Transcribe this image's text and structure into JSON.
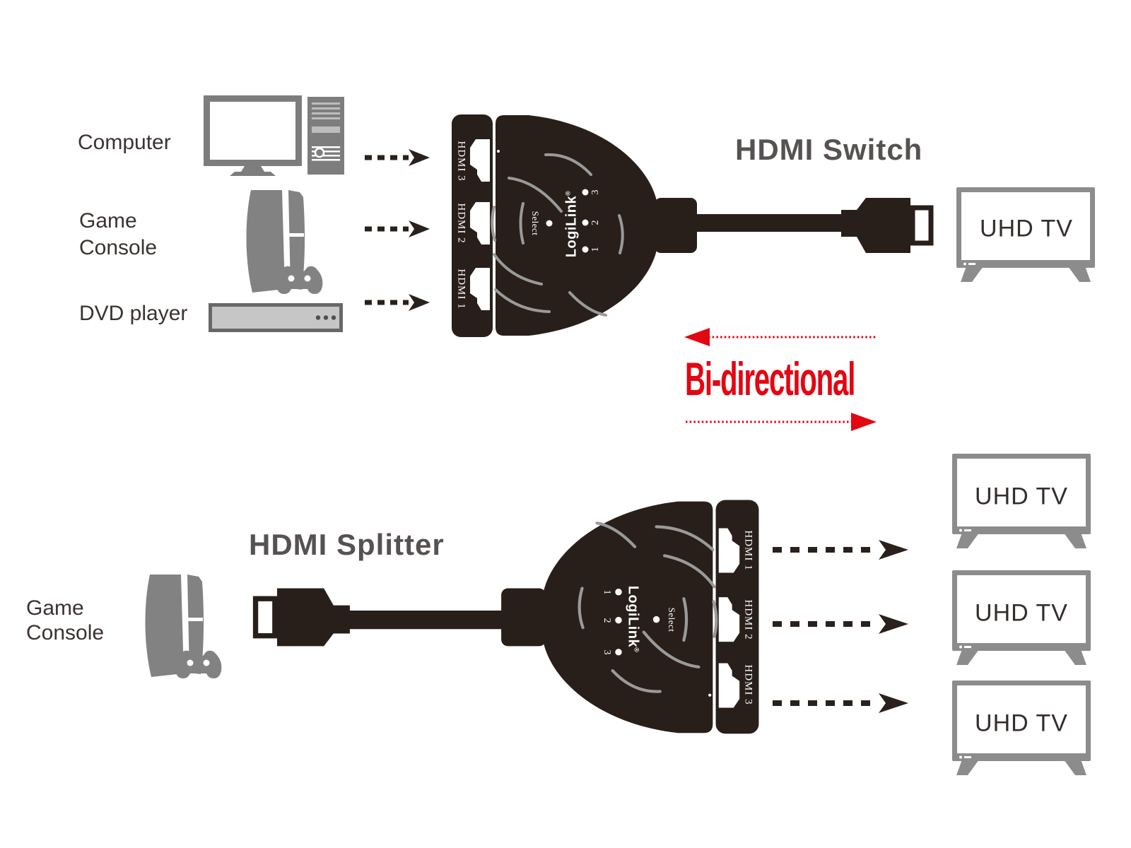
{
  "top_row": {
    "title": "HDMI Switch",
    "source_computer": "Computer",
    "source_console_line1": "Game",
    "source_console_line2": "Console",
    "source_dvd": "DVD player",
    "device": {
      "brand": "LogiLink",
      "reg_mark": "®",
      "select_label": "Select",
      "port_top": "HDMI 3",
      "port_mid": "HDMI 2",
      "port_bottom": "HDMI 1",
      "led_top": "3",
      "led_mid": "2",
      "led_bottom": "1"
    },
    "tv_label": "UHD TV"
  },
  "center": {
    "bidirectional_label": "Bi-directional"
  },
  "bottom_row": {
    "title": "HDMI Splitter",
    "source_console_line1": "Game",
    "source_console_line2": "Console",
    "device": {
      "brand": "LogiLink",
      "reg_mark": "®",
      "select_label": "Select",
      "port_top": "HDMI 1",
      "port_mid": "HDMI 2",
      "port_bottom": "HDMI 3",
      "led_top": "1",
      "led_mid": "2",
      "led_bottom": "3"
    },
    "tv_labels": [
      "UHD TV",
      "UHD TV",
      "UHD TV"
    ]
  },
  "colors": {
    "device_black": "#281f1a",
    "icon_gray": "#7d7d7d",
    "frame_gray": "#8c8c8c",
    "title_gray": "#575252",
    "accent_red": "#e30613",
    "arc_gray": "#9a9a9a"
  }
}
